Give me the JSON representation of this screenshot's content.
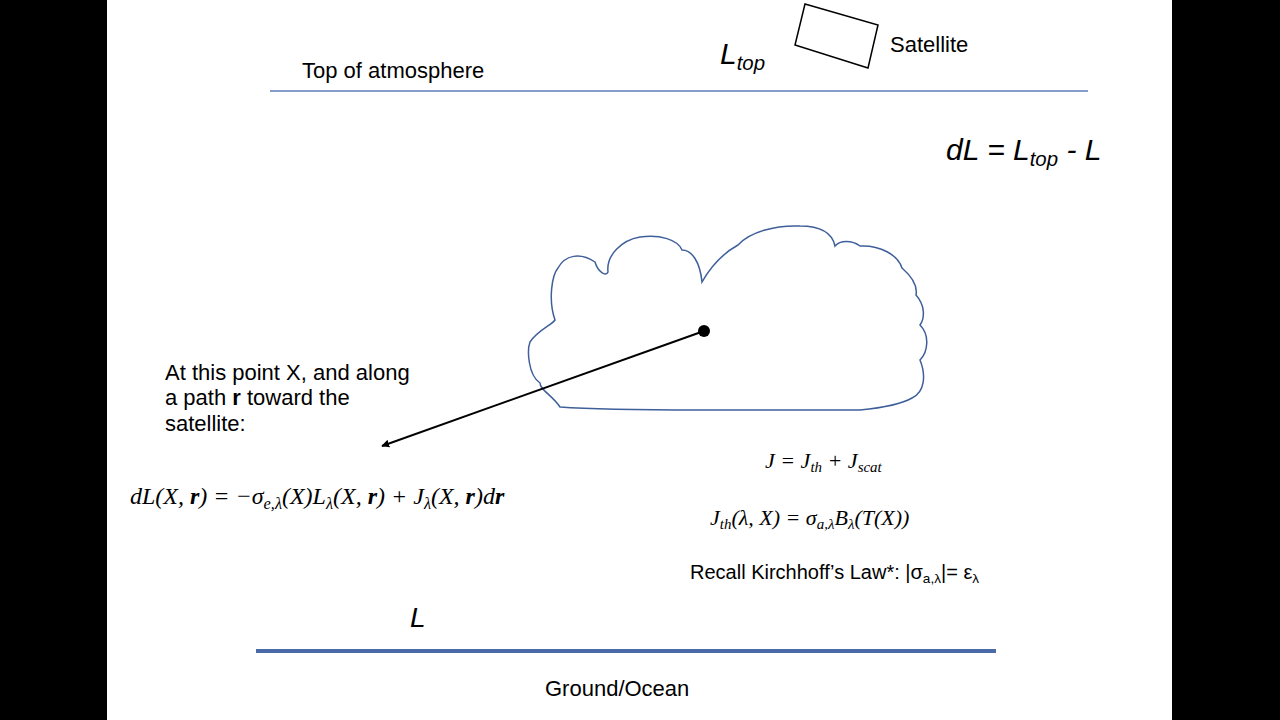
{
  "diagram": {
    "nodes": [
      {
        "text": [
          "Satellite"
        ]
      }
    ],
    "labels": [
      "Top of atmosphere",
      "Ltop",
      "dL = Ltop - L",
      "At this point X, and along a path r toward the satellite:",
      "dL(X, r) = −σe,λ(X)Lλ(X, r) + Jλ(X, r)dr",
      "J = Jth + Jscat",
      "Jth(λ, X) = σa,λBλ(T(X))",
      "Recall Kirchhoff’s Law*: |σa,λ|= ελ",
      "L",
      "Ground/Ocean"
    ]
  }
}
